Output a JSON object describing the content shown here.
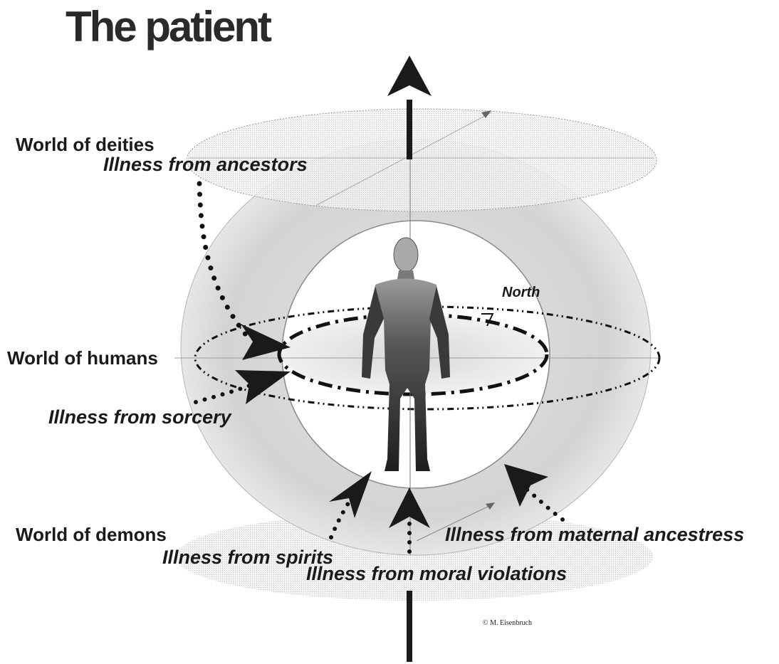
{
  "title": "The patient",
  "worlds": {
    "deities": "World of deities",
    "humans": "World of humans",
    "demons": "World of demons"
  },
  "illnesses": {
    "ancestors": "Illness from ancestors",
    "sorcery": "Illness from sorcery",
    "maternal": "Illness from maternal ancestress",
    "spirits": "Illness from spirits",
    "moral": "Illness from moral violations"
  },
  "direction": "North",
  "copyright": "© M. Eisenbruch",
  "colors": {
    "ink": "#1a1a1a",
    "sphere_outer": "#e4e4e4",
    "sphere_inner": "#d0d0d0",
    "disc": "#eeeeee"
  }
}
